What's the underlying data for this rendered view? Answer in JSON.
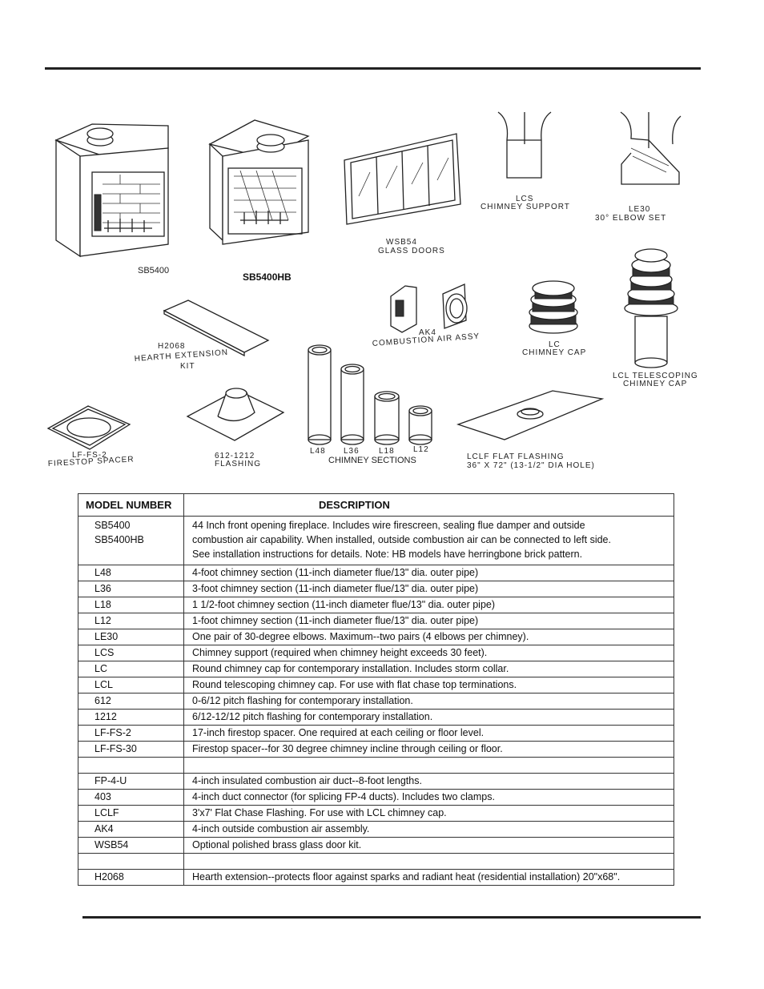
{
  "figure": {
    "labels": {
      "sb5400": "SB5400",
      "sb5400hb": "SB5400HB",
      "wsb54_line1": "WSB54",
      "wsb54_line2": "GLASS DOORS",
      "lcs_line1": "LCS",
      "lcs_line2": "CHIMNEY SUPPORT",
      "le30_line1": "LE30",
      "le30_line2": "30° ELBOW SET",
      "h2068_line1": "H2068",
      "h2068_line2": "HEARTH EXTENSION",
      "h2068_line3": "KIT",
      "ak4_line1": "AK4",
      "ak4_line2": "COMBUSTION AIR ASSY",
      "lc_line1": "LC",
      "lc_line2": "CHIMNEY CAP",
      "lcl_line1": "LCL TELESCOPING",
      "lcl_line2": "CHIMNEY CAP",
      "lffs2_line1": "LF-FS-2",
      "lffs2_line2": "FIRESTOP SPACER",
      "flash_line1": "612-1212",
      "flash_line2": "FLASHING",
      "l48": "L48",
      "l36": "L36",
      "l18": "L18",
      "l12": "L12",
      "sections": "CHIMNEY SECTIONS",
      "lclf_line1": "LCLF FLAT FLASHING",
      "lclf_line2": "36\" X 72\" (13-1/2\" DIA HOLE)"
    }
  },
  "table": {
    "header_model": "MODEL NUMBER",
    "header_desc": "DESCRIPTION",
    "first_models": [
      "SB5400",
      "SB5400HB"
    ],
    "first_desc": [
      "44 Inch front opening fireplace.  Includes wire firescreen, sealing flue damper and outside",
      "combustion air capability.  When installed, outside combustion air can be connected to left side.",
      "See installation instructions for details.  Note:  HB models have herringbone brick pattern."
    ],
    "rows_a": [
      {
        "model": "L48",
        "desc": "4-foot chimney section (11-inch diameter flue/13\" dia. outer pipe)"
      },
      {
        "model": "L36",
        "desc": "3-foot chimney section (11-inch diameter flue/13\" dia. outer pipe)"
      },
      {
        "model": "L18",
        "desc": "1 1/2-foot chimney section (11-inch diameter flue/13\" dia. outer pipe)"
      },
      {
        "model": "L12",
        "desc": "1-foot chimney section (11-inch diameter flue/13\" dia. outer pipe)"
      },
      {
        "model": "LE30",
        "desc": "One pair of 30-degree elbows.  Maximum--two pairs (4 elbows per chimney)."
      },
      {
        "model": "LCS",
        "desc": "Chimney support (required when chimney height exceeds 30 feet)."
      },
      {
        "model": "LC",
        "desc": "Round chimney cap for contemporary installation.  Includes storm collar."
      },
      {
        "model": "LCL",
        "desc": "Round telescoping chimney cap.  For use with flat chase top terminations."
      },
      {
        "model": "612",
        "desc": "0-6/12 pitch flashing for contemporary installation."
      },
      {
        "model": "1212",
        "desc": "6/12-12/12 pitch flashing for contemporary installation."
      },
      {
        "model": "LF-FS-2",
        "desc": "17-inch firestop spacer.  One required at each ceiling or floor level."
      },
      {
        "model": "LF-FS-30",
        "desc": "Firestop spacer--for 30 degree chimney incline through ceiling or floor."
      }
    ],
    "rows_b": [
      {
        "model": "FP-4-U",
        "desc": "4-inch insulated combustion air duct--8-foot lengths."
      },
      {
        "model": "403",
        "desc": "4-inch duct connector (for splicing FP-4 ducts).  Includes two clamps."
      },
      {
        "model": "LCLF",
        "desc": "3'x7' Flat Chase Flashing.  For use with LCL chimney cap."
      },
      {
        "model": "AK4",
        "desc": "4-inch outside combustion air assembly."
      },
      {
        "model": "WSB54",
        "desc": "Optional polished brass glass door kit."
      }
    ],
    "rows_c": [
      {
        "model": "H2068",
        "desc": "Hearth extension--protects floor against sparks and radiant heat (residential installation) 20\"x68\"."
      }
    ]
  }
}
